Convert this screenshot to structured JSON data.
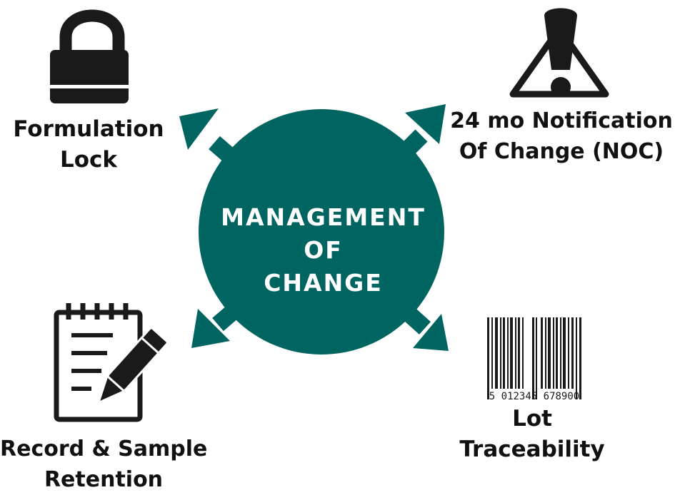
{
  "center": {
    "line1": "MANAGEMENT",
    "line2": "OF",
    "line3": "CHANGE"
  },
  "formulation_lock": {
    "line1": "Formulation",
    "line2": "Lock"
  },
  "noc": {
    "line1": "24 mo Notification",
    "line2": "Of Change (NOC)"
  },
  "record_retention": {
    "line1": "Record & Sample",
    "line2": "Retention"
  },
  "lot_traceability": {
    "line1": "Lot",
    "line2": "Traceability"
  },
  "barcode": {
    "digits": "5 012345 678900"
  },
  "icons": [
    "lock-icon",
    "warning-icon",
    "notepad-pencil-icon",
    "barcode-icon"
  ],
  "colors": {
    "accent": "#006461",
    "icon": "#1a1a1a",
    "text": "#111111"
  }
}
